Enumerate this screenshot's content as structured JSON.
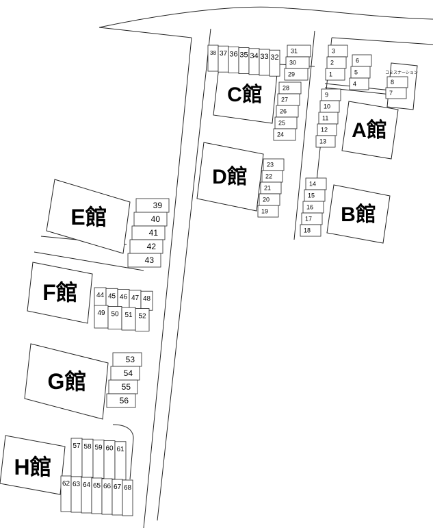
{
  "buildings": {
    "A": "A館",
    "B": "B館",
    "C": "C館",
    "D": "D館",
    "E": "E館",
    "F": "F館",
    "G": "G館",
    "H": "H館"
  },
  "convenience_label": "コミスナーション",
  "stalls": {
    "s1": "1",
    "s2": "2",
    "s3": "3",
    "s4": "4",
    "s5": "5",
    "s6": "6",
    "s7": "7",
    "s8": "8",
    "s9": "9",
    "s10": "10",
    "s11": "11",
    "s12": "12",
    "s13": "13",
    "s14": "14",
    "s15": "15",
    "s16": "16",
    "s17": "17",
    "s18": "18",
    "s19": "19",
    "s20": "20",
    "s21": "21",
    "s22": "22",
    "s23": "23",
    "s24": "24",
    "s25": "25",
    "s26": "26",
    "s27": "27",
    "s28": "28",
    "s29": "29",
    "s30": "30",
    "s31": "31",
    "s32": "32",
    "s33": "33",
    "s34": "34",
    "s35": "35",
    "s36": "36",
    "s37": "37",
    "s38": "38",
    "s39": "39",
    "s40": "40",
    "s41": "41",
    "s42": "42",
    "s43": "43",
    "s44": "44",
    "s45": "45",
    "s46": "46",
    "s47": "47",
    "s48": "48",
    "s49": "49",
    "s50": "50",
    "s51": "51",
    "s52": "52",
    "s53": "53",
    "s54": "54",
    "s55": "55",
    "s56": "56",
    "s57": "57",
    "s58": "58",
    "s59": "59",
    "s60": "60",
    "s61": "61",
    "s62": "62",
    "s63": "63",
    "s64": "64",
    "s65": "65",
    "s66": "66",
    "s67": "67",
    "s68": "68"
  }
}
